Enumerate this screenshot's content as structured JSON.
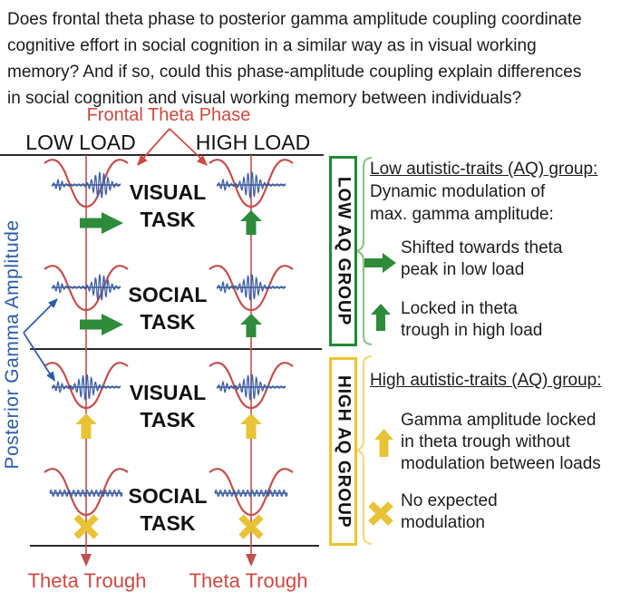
{
  "intro": {
    "lines": [
      "Does frontal theta phase to posterior gamma amplitude coupling coordinate",
      "cognitive effort in social cognition in a similar way as in visual working",
      "memory? And if so, could this phase-amplitude coupling explain differences",
      "in social cognition and visual working memory between individuals?"
    ]
  },
  "diagram": {
    "frontal_label": "Frontal Theta Phase",
    "col_headers": [
      "LOW LOAD",
      "HIGH LOAD"
    ],
    "axis_label": "Posterior Gamma Amplitude",
    "trough_labels": [
      "Theta Trough",
      "Theta Trough"
    ],
    "rows": [
      {
        "task": [
          "VISUAL",
          "TASK"
        ],
        "group": "low",
        "cells": {
          "low": {
            "wave": "shifted",
            "marker": "green-right-arrow"
          },
          "high": {
            "wave": "locked",
            "marker": "green-up-arrow"
          }
        }
      },
      {
        "task": [
          "SOCIAL",
          "TASK"
        ],
        "group": "low",
        "cells": {
          "low": {
            "wave": "shifted",
            "marker": "green-right-arrow"
          },
          "high": {
            "wave": "locked",
            "marker": "green-up-arrow"
          }
        }
      },
      {
        "task": [
          "VISUAL",
          "TASK"
        ],
        "group": "high",
        "cells": {
          "low": {
            "wave": "locked",
            "marker": "yellow-up-arrow"
          },
          "high": {
            "wave": "locked",
            "marker": "yellow-up-arrow"
          }
        }
      },
      {
        "task": [
          "SOCIAL",
          "TASK"
        ],
        "group": "high",
        "cells": {
          "low": {
            "wave": "flat",
            "marker": "yellow-x"
          },
          "high": {
            "wave": "flat",
            "marker": "yellow-x"
          }
        }
      }
    ]
  },
  "groups": {
    "low": {
      "box_label": "LOW AQ GROUP",
      "title": "Low autistic-traits (AQ) group:",
      "subtitle_lines": [
        "Dynamic modulation of",
        "max. gamma amplitude:"
      ],
      "items": [
        {
          "icon": "green-right-arrow-icon",
          "lines": [
            "Shifted towards theta",
            "peak in low load"
          ]
        },
        {
          "icon": "green-up-arrow-icon",
          "lines": [
            "Locked in theta",
            "trough in high load"
          ]
        }
      ]
    },
    "high": {
      "box_label": "HIGH AQ GROUP",
      "title": "High autistic-traits (AQ) group:",
      "items": [
        {
          "icon": "yellow-up-arrow-icon",
          "lines": [
            "Gamma amplitude locked",
            "in theta trough without",
            "modulation between loads"
          ]
        },
        {
          "icon": "yellow-x-icon",
          "lines": [
            "No expected",
            "modulation"
          ]
        }
      ]
    }
  },
  "colors": {
    "theta_red": "#c0504d",
    "red_label": "#cd4a42",
    "gamma_blue": "#3d5fa8",
    "gamma_midline": "#17365d",
    "green": "#2e8b3a",
    "green_box": "#1d8a33",
    "green_bracket": "#8cc48e",
    "yellow": "#e8c336",
    "yellow_box": "#ecc52f",
    "yellow_bracket": "#f2d87c",
    "blue_label": "#2d5ca6",
    "line_black": "#2b2b2b"
  }
}
